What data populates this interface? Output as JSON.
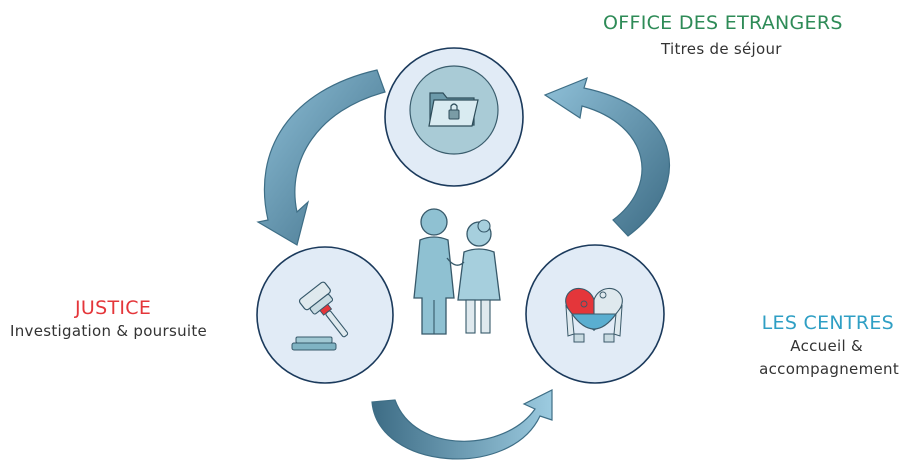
{
  "nodes": {
    "office": {
      "title": "OFFICE DES ETRANGERS",
      "subtitle": "Titres de séjour",
      "color": "#2e8b57",
      "icon": "folder-lock-icon"
    },
    "justice": {
      "title": "JUSTICE",
      "subtitle": "Investigation & poursuite",
      "color": "#e4363a",
      "icon": "gavel-icon"
    },
    "centres": {
      "title": "LES CENTRES",
      "subtitle_line1": "Accueil &",
      "subtitle_line2": "accompagnement",
      "color": "#2f9fc4",
      "icon": "heart-hands-icon"
    }
  },
  "center_icon": "elderly-couple-icon",
  "palette": {
    "circle_fill": "#e1ebf6",
    "circle_stroke": "#1b3a5c",
    "arrow_light": "#6fa9c6",
    "arrow_dark": "#3e6e86",
    "figure_fill": "#8fc1d2",
    "figure_stroke": "#37596a"
  }
}
